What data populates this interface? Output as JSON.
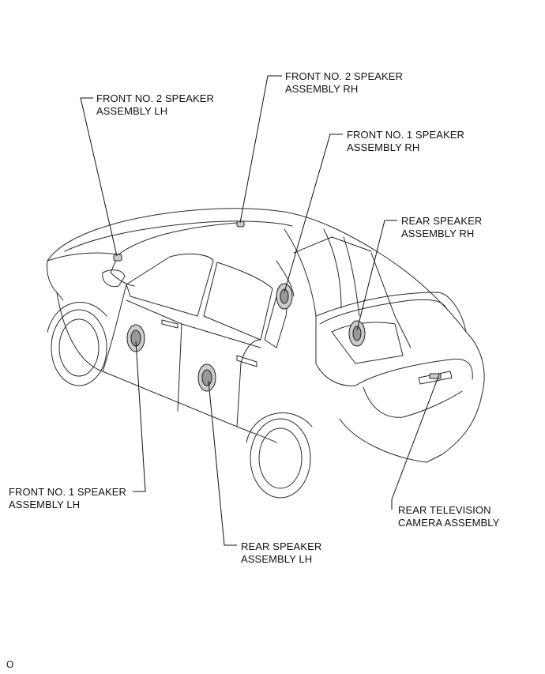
{
  "labels": {
    "front_no2_lh": [
      "FRONT NO. 2 SPEAKER",
      "ASSEMBLY LH"
    ],
    "front_no2_rh": [
      "FRONT NO. 2 SPEAKER",
      "ASSEMBLY RH"
    ],
    "front_no1_rh": [
      "FRONT NO. 1 SPEAKER",
      "ASSEMBLY RH"
    ],
    "rear_rh": [
      "REAR SPEAKER",
      "ASSEMBLY RH"
    ],
    "front_no1_lh": [
      "FRONT NO. 1 SPEAKER",
      "ASSEMBLY LH"
    ],
    "rear_lh": [
      "REAR SPEAKER",
      "ASSEMBLY LH"
    ],
    "rear_camera": [
      "REAR TELEVISION",
      "CAMERA ASSEMBLY"
    ]
  },
  "footer_code": "O",
  "colors": {
    "line": "#222222",
    "background": "#ffffff"
  }
}
